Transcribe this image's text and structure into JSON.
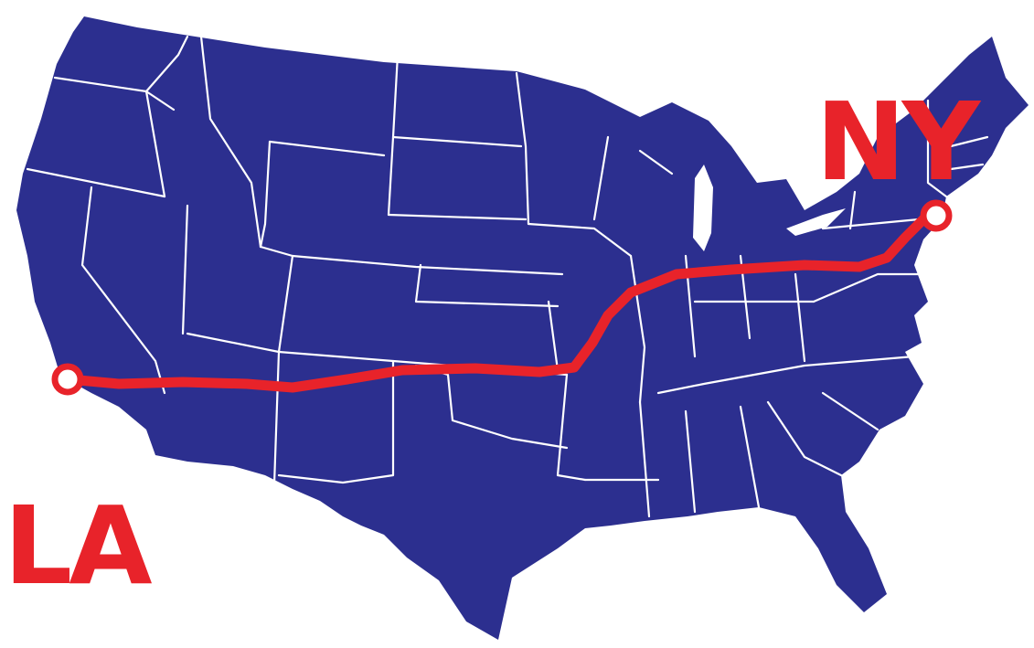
{
  "map": {
    "subject": "usa-map",
    "land_color": "#2c2f8f",
    "border_color": "#ffffff",
    "route_color": "#e8232a",
    "route": {
      "from": "LA",
      "to": "NY"
    },
    "labels": {
      "start": "LA",
      "end": "NY"
    }
  }
}
